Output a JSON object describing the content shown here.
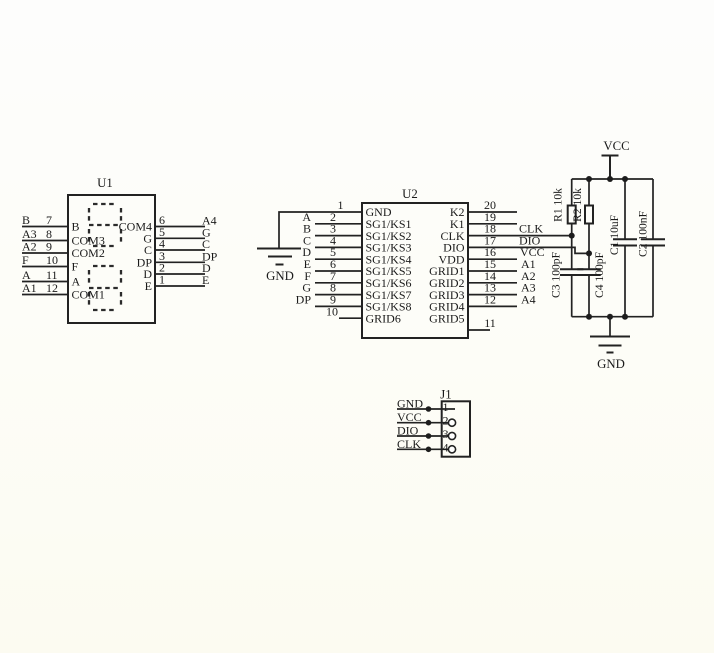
{
  "schematic": {
    "u1": {
      "title": "U1",
      "left_pins": [
        {
          "ext": "B",
          "num": "7",
          "int": "B"
        },
        {
          "ext": "A3",
          "num": "8",
          "int": "COM3"
        },
        {
          "ext": "A2",
          "num": "9",
          "int": "COM2"
        },
        {
          "ext": "F",
          "num": "10",
          "int": "F"
        },
        {
          "ext": "A",
          "num": "11",
          "int": "A"
        },
        {
          "ext": "A1",
          "num": "12",
          "int": "COM1"
        }
      ],
      "right_pins": [
        {
          "num": "6",
          "int": "COM4",
          "ext": "A4"
        },
        {
          "num": "5",
          "int": "G",
          "ext": "G"
        },
        {
          "num": "4",
          "int": "C",
          "ext": "C"
        },
        {
          "num": "3",
          "int": "DP",
          "ext": "DP"
        },
        {
          "num": "2",
          "int": "D",
          "ext": "D"
        },
        {
          "num": "1",
          "int": "E",
          "ext": "E"
        }
      ]
    },
    "u2": {
      "title": "U2",
      "left_pins": [
        {
          "num": "1",
          "int": "GND",
          "ext": ""
        },
        {
          "num": "2",
          "int": "SG1/KS1",
          "ext": "A"
        },
        {
          "num": "3",
          "int": "SG1/KS2",
          "ext": "B"
        },
        {
          "num": "4",
          "int": "SG1/KS3",
          "ext": "C"
        },
        {
          "num": "5",
          "int": "SG1/KS4",
          "ext": "D"
        },
        {
          "num": "6",
          "int": "SG1/KS5",
          "ext": "E"
        },
        {
          "num": "7",
          "int": "SG1/KS6",
          "ext": "F"
        },
        {
          "num": "8",
          "int": "SG1/KS7",
          "ext": "G"
        },
        {
          "num": "9",
          "int": "SG1/KS8",
          "ext": "DP"
        },
        {
          "num": "10",
          "int": "GRID6",
          "ext": ""
        }
      ],
      "right_pins": [
        {
          "num": "20",
          "int": "K2",
          "ext": ""
        },
        {
          "num": "19",
          "int": "K1",
          "ext": ""
        },
        {
          "num": "18",
          "int": "CLK",
          "ext": "CLK"
        },
        {
          "num": "17",
          "int": "DIO",
          "ext": "DIO"
        },
        {
          "num": "16",
          "int": "VDD",
          "ext": "VCC"
        },
        {
          "num": "15",
          "int": "GRID1",
          "ext": "A1"
        },
        {
          "num": "14",
          "int": "GRID2",
          "ext": "A2"
        },
        {
          "num": "13",
          "int": "GRID3",
          "ext": "A3"
        },
        {
          "num": "12",
          "int": "GRID4",
          "ext": "A4"
        },
        {
          "num": "11",
          "int": "GRID5",
          "ext": ""
        }
      ],
      "gnd_symbol_label": "GND"
    },
    "power": {
      "vcc_label": "VCC",
      "gnd_label": "GND",
      "r1": "R1 10k",
      "r2": "R2 10k",
      "c1": "C1 10uF",
      "c2": "C2 100nF",
      "c3": "C3 100pF",
      "c4": "C4 100pF"
    },
    "j1": {
      "title": "J1",
      "pins": [
        {
          "label": "GND",
          "num": "1"
        },
        {
          "label": "VCC",
          "num": "2"
        },
        {
          "label": "DIO",
          "num": "3"
        },
        {
          "label": "CLK",
          "num": "4"
        }
      ]
    }
  }
}
